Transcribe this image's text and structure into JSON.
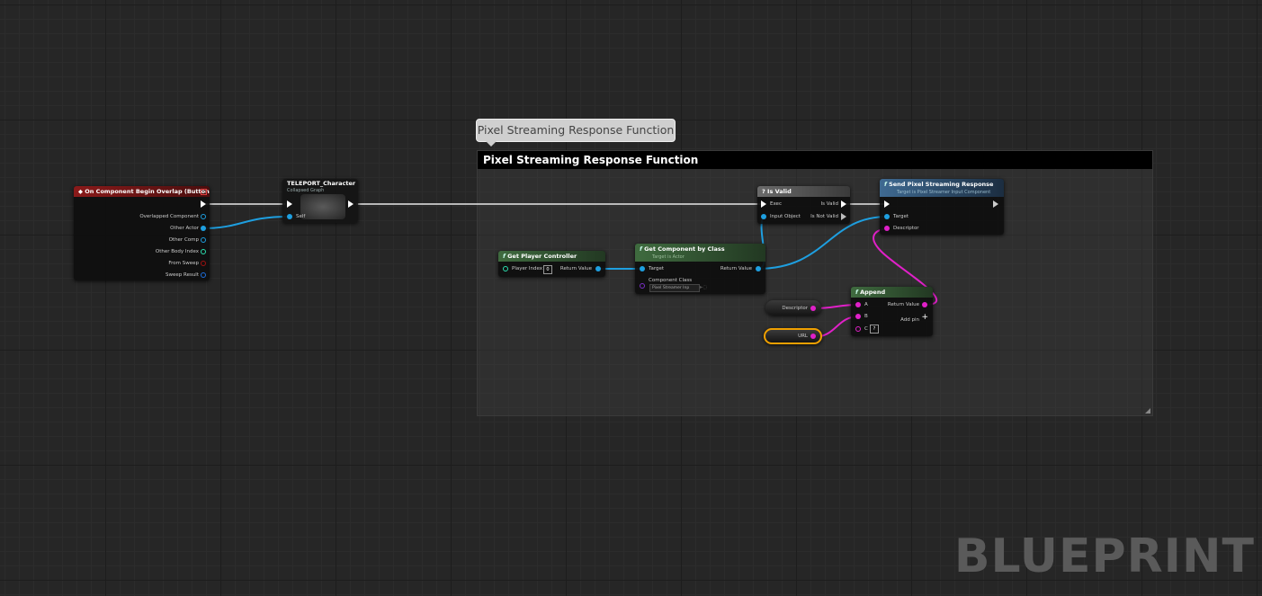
{
  "comment": {
    "bubble_text": "Pixel Streaming Response Function",
    "header_text": "Pixel Streaming Response Function"
  },
  "watermark": "BLUEPRINT",
  "nodes": {
    "on_component_begin_overlap": {
      "title": "On Component Begin Overlap (Button)",
      "pins": [
        "Overlapped Component",
        "Other Actor",
        "Other Comp",
        "Other Body Index",
        "From Sweep",
        "Sweep Result"
      ]
    },
    "teleport_character": {
      "title": "TELEPORT_Character",
      "subtitle": "Collapsed Graph",
      "self_label": "Self"
    },
    "is_valid": {
      "title": "Is Valid",
      "exec_label": "Exec",
      "is_valid_label": "Is Valid",
      "input_object_label": "Input Object",
      "is_not_valid_label": "Is Not Valid"
    },
    "send_response": {
      "title": "Send Pixel Streaming Response",
      "subtitle": "Target is Pixel Streamer Input Component",
      "target_label": "Target",
      "descriptor_label": "Descriptor"
    },
    "get_player_controller": {
      "title": "Get Player Controller",
      "player_index_label": "Player Index",
      "player_index_value": "0",
      "return_label": "Return Value"
    },
    "get_component_by_class": {
      "title": "Get Component by Class",
      "subtitle": "Target is Actor",
      "target_label": "Target",
      "return_label": "Return Value",
      "component_class_label": "Component Class",
      "component_class_value": "Pixel Streamer Inp"
    },
    "append": {
      "title": "Append",
      "a_label": "A",
      "b_label": "B",
      "c_label": "C",
      "return_label": "Return Value",
      "add_pin_label": "Add pin"
    },
    "descriptor_var": {
      "label": "Descriptor"
    },
    "url_var": {
      "label": "URL"
    }
  },
  "colors": {
    "event_head": "#7a1414",
    "collapsed_head": "#2b2b2b",
    "pure_head": "#3f5a3b",
    "func_head": "#2f4f6e",
    "object_pin": "#1e9fe0",
    "string_pin": "#e020c8",
    "exec_wire": "#e8e8e8",
    "selected_outline": "#f0a000"
  }
}
